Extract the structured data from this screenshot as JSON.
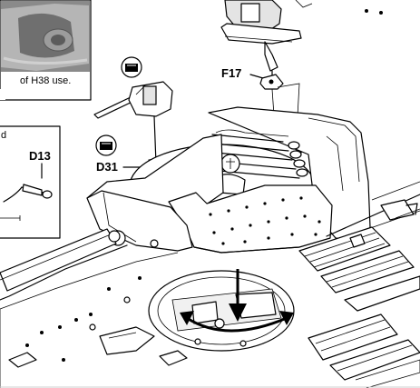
{
  "inset_top": {
    "caption": "of H38 use."
  },
  "inset_left": {
    "caption_fragment": "d"
  },
  "parts": {
    "f17": "F17",
    "d13": "D13",
    "d31": "D31"
  }
}
